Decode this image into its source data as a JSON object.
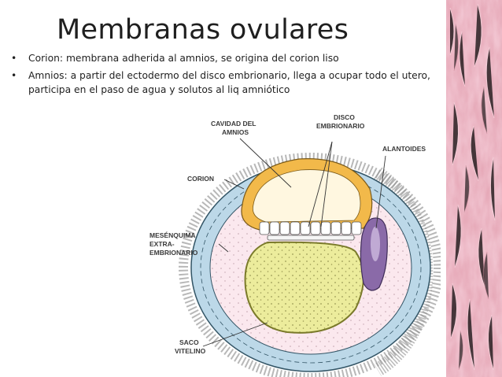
{
  "slide": {
    "title": "Membranas ovulares",
    "bullets": [
      "Corion: membrana adherida al amnios, se origina del corion liso",
      "Amnios: a partir del ectodermo del disco embrionario, llega a ocupar todo el utero, participa en el paso de agua y solutos al liq amniótico"
    ]
  },
  "diagram": {
    "labels": {
      "cavidad_1": "CAVIDAD DEL",
      "cavidad_2": "AMNIOS",
      "disco_1": "DISCO",
      "disco_2": "EMBRIONARIO",
      "alantoides": "ALANTOIDES",
      "corion": "CORION",
      "mes_1": "MESÉNQUIMA",
      "mes_2": "EXTRA-",
      "mes_3": "EMBRIONARIO",
      "saco_1": "SACO",
      "saco_2": "VITELINO"
    }
  },
  "colors": {
    "title": "#1f1f1f",
    "fur": "#e6a9b8",
    "amnion": "#f2b94a",
    "yolk_sac": "#ecec9c",
    "allantois": "#8a6aa8",
    "chorion": "#bcd8e8"
  }
}
